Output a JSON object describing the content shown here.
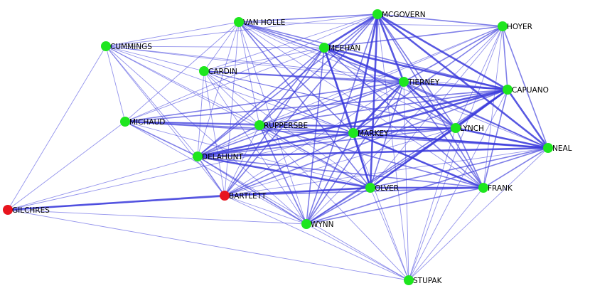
{
  "colors": {
    "edge": "#3b3bdc",
    "node_default": "#1ee61e",
    "node_highlight": "#e8141e",
    "label": "#000000"
  },
  "nodes": [
    {
      "id": "mcgovern",
      "label": "MCGOVERN",
      "group": "default"
    },
    {
      "id": "hoyer",
      "label": "HOYER",
      "group": "default"
    },
    {
      "id": "van_holle",
      "label": "VAN HOLLE",
      "group": "default"
    },
    {
      "id": "cummings",
      "label": "CUMMINGS",
      "group": "default"
    },
    {
      "id": "meehan",
      "label": "MEEHAN",
      "group": "default"
    },
    {
      "id": "cardin",
      "label": "CARDIN",
      "group": "default"
    },
    {
      "id": "tierney",
      "label": "TIERNEY",
      "group": "default"
    },
    {
      "id": "capuano",
      "label": "CAPUANO",
      "group": "default"
    },
    {
      "id": "michaud",
      "label": "MICHAUD",
      "group": "default"
    },
    {
      "id": "ruppersbe",
      "label": "RUPPERSBE",
      "group": "default"
    },
    {
      "id": "markey",
      "label": "MARKEY",
      "group": "default"
    },
    {
      "id": "lynch",
      "label": "LYNCH",
      "group": "default"
    },
    {
      "id": "neal",
      "label": "NEAL",
      "group": "default"
    },
    {
      "id": "delahunt",
      "label": "DELAHUNT",
      "group": "default"
    },
    {
      "id": "olver",
      "label": "OLVER",
      "group": "default"
    },
    {
      "id": "frank",
      "label": "FRANK",
      "group": "default"
    },
    {
      "id": "bartlett",
      "label": "BARTLETT",
      "group": "highlight"
    },
    {
      "id": "gilchres",
      "label": "GILCHRES",
      "group": "highlight"
    },
    {
      "id": "wynn",
      "label": "WYNN",
      "group": "default"
    },
    {
      "id": "stupak",
      "label": "STUPAK",
      "group": "default"
    }
  ],
  "edges": [
    {
      "source": "gilchres",
      "target": "bartlett",
      "weight": 3
    },
    {
      "source": "gilchres",
      "target": "cummings",
      "weight": 1
    },
    {
      "source": "gilchres",
      "target": "michaud",
      "weight": 1
    },
    {
      "source": "gilchres",
      "target": "delahunt",
      "weight": 1
    },
    {
      "source": "gilchres",
      "target": "olver",
      "weight": 1
    },
    {
      "source": "gilchres",
      "target": "wynn",
      "weight": 1
    },
    {
      "source": "gilchres",
      "target": "stupak",
      "weight": 1
    },
    {
      "source": "gilchres",
      "target": "markey",
      "weight": 1
    },
    {
      "source": "bartlett",
      "target": "olver",
      "weight": 3
    },
    {
      "source": "bartlett",
      "target": "frank",
      "weight": 2
    },
    {
      "source": "bartlett",
      "target": "wynn",
      "weight": 1
    },
    {
      "source": "bartlett",
      "target": "stupak",
      "weight": 1
    },
    {
      "source": "bartlett",
      "target": "cardin",
      "weight": 1
    },
    {
      "source": "bartlett",
      "target": "van_holle",
      "weight": 1
    },
    {
      "source": "bartlett",
      "target": "cummings",
      "weight": 1
    },
    {
      "source": "bartlett",
      "target": "meehan",
      "weight": 2
    },
    {
      "source": "bartlett",
      "target": "mcgovern",
      "weight": 2
    },
    {
      "source": "bartlett",
      "target": "capuano",
      "weight": 2
    },
    {
      "source": "bartlett",
      "target": "neal",
      "weight": 1
    },
    {
      "source": "bartlett",
      "target": "delahunt",
      "weight": 2
    },
    {
      "source": "bartlett",
      "target": "markey",
      "weight": 2
    },
    {
      "source": "bartlett",
      "target": "lynch",
      "weight": 1
    },
    {
      "source": "bartlett",
      "target": "tierney",
      "weight": 1
    },
    {
      "source": "bartlett",
      "target": "ruppersbe",
      "weight": 1
    },
    {
      "source": "cummings",
      "target": "van_holle",
      "weight": 1
    },
    {
      "source": "cummings",
      "target": "michaud",
      "weight": 1
    },
    {
      "source": "cummings",
      "target": "delahunt",
      "weight": 1
    },
    {
      "source": "cummings",
      "target": "ruppersbe",
      "weight": 1
    },
    {
      "source": "cummings",
      "target": "meehan",
      "weight": 1
    },
    {
      "source": "cummings",
      "target": "mcgovern",
      "weight": 1
    },
    {
      "source": "cummings",
      "target": "capuano",
      "weight": 1
    },
    {
      "source": "cummings",
      "target": "tierney",
      "weight": 1
    },
    {
      "source": "cummings",
      "target": "wynn",
      "weight": 1
    },
    {
      "source": "cummings",
      "target": "markey",
      "weight": 1
    },
    {
      "source": "cummings",
      "target": "olver",
      "weight": 1
    },
    {
      "source": "cummings",
      "target": "cardin",
      "weight": 1
    },
    {
      "source": "van_holle",
      "target": "mcgovern",
      "weight": 2
    },
    {
      "source": "van_holle",
      "target": "meehan",
      "weight": 2
    },
    {
      "source": "van_holle",
      "target": "hoyer",
      "weight": 1
    },
    {
      "source": "van_holle",
      "target": "tierney",
      "weight": 2
    },
    {
      "source": "van_holle",
      "target": "capuano",
      "weight": 2
    },
    {
      "source": "van_holle",
      "target": "markey",
      "weight": 2
    },
    {
      "source": "van_holle",
      "target": "lynch",
      "weight": 1
    },
    {
      "source": "van_holle",
      "target": "neal",
      "weight": 1
    },
    {
      "source": "van_holle",
      "target": "delahunt",
      "weight": 1
    },
    {
      "source": "van_holle",
      "target": "michaud",
      "weight": 1
    },
    {
      "source": "van_holle",
      "target": "olver",
      "weight": 2
    },
    {
      "source": "van_holle",
      "target": "frank",
      "weight": 1
    },
    {
      "source": "van_holle",
      "target": "wynn",
      "weight": 1
    },
    {
      "source": "van_holle",
      "target": "ruppersbe",
      "weight": 1
    },
    {
      "source": "van_holle",
      "target": "cardin",
      "weight": 1
    },
    {
      "source": "mcgovern",
      "target": "meehan",
      "weight": 3
    },
    {
      "source": "mcgovern",
      "target": "hoyer",
      "weight": 2
    },
    {
      "source": "mcgovern",
      "target": "tierney",
      "weight": 3
    },
    {
      "source": "mcgovern",
      "target": "capuano",
      "weight": 3
    },
    {
      "source": "mcgovern",
      "target": "markey",
      "weight": 3
    },
    {
      "source": "mcgovern",
      "target": "lynch",
      "weight": 2
    },
    {
      "source": "mcgovern",
      "target": "neal",
      "weight": 3
    },
    {
      "source": "mcgovern",
      "target": "olver",
      "weight": 3
    },
    {
      "source": "mcgovern",
      "target": "frank",
      "weight": 2
    },
    {
      "source": "mcgovern",
      "target": "delahunt",
      "weight": 2
    },
    {
      "source": "mcgovern",
      "target": "michaud",
      "weight": 1
    },
    {
      "source": "mcgovern",
      "target": "ruppersbe",
      "weight": 2
    },
    {
      "source": "mcgovern",
      "target": "cardin",
      "weight": 1
    },
    {
      "source": "mcgovern",
      "target": "wynn",
      "weight": 2
    },
    {
      "source": "mcgovern",
      "target": "stupak",
      "weight": 1
    },
    {
      "source": "hoyer",
      "target": "capuano",
      "weight": 2
    },
    {
      "source": "hoyer",
      "target": "neal",
      "weight": 2
    },
    {
      "source": "hoyer",
      "target": "tierney",
      "weight": 2
    },
    {
      "source": "hoyer",
      "target": "meehan",
      "weight": 2
    },
    {
      "source": "hoyer",
      "target": "markey",
      "weight": 2
    },
    {
      "source": "hoyer",
      "target": "lynch",
      "weight": 1
    },
    {
      "source": "hoyer",
      "target": "frank",
      "weight": 1
    },
    {
      "source": "hoyer",
      "target": "olver",
      "weight": 1
    },
    {
      "source": "hoyer",
      "target": "delahunt",
      "weight": 1
    },
    {
      "source": "hoyer",
      "target": "ruppersbe",
      "weight": 1
    },
    {
      "source": "hoyer",
      "target": "wynn",
      "weight": 1
    },
    {
      "source": "hoyer",
      "target": "stupak",
      "weight": 1
    },
    {
      "source": "meehan",
      "target": "tierney",
      "weight": 3
    },
    {
      "source": "meehan",
      "target": "capuano",
      "weight": 3
    },
    {
      "source": "meehan",
      "target": "markey",
      "weight": 3
    },
    {
      "source": "meehan",
      "target": "lynch",
      "weight": 2
    },
    {
      "source": "meehan",
      "target": "neal",
      "weight": 2
    },
    {
      "source": "meehan",
      "target": "olver",
      "weight": 2
    },
    {
      "source": "meehan",
      "target": "frank",
      "weight": 2
    },
    {
      "source": "meehan",
      "target": "delahunt",
      "weight": 2
    },
    {
      "source": "meehan",
      "target": "cardin",
      "weight": 1
    },
    {
      "source": "meehan",
      "target": "michaud",
      "weight": 1
    },
    {
      "source": "meehan",
      "target": "ruppersbe",
      "weight": 2
    },
    {
      "source": "meehan",
      "target": "wynn",
      "weight": 2
    },
    {
      "source": "cardin",
      "target": "tierney",
      "weight": 2
    },
    {
      "source": "cardin",
      "target": "capuano",
      "weight": 2
    },
    {
      "source": "cardin",
      "target": "markey",
      "weight": 1
    },
    {
      "source": "cardin",
      "target": "lynch",
      "weight": 1
    },
    {
      "source": "cardin",
      "target": "delahunt",
      "weight": 1
    },
    {
      "source": "cardin",
      "target": "ruppersbe",
      "weight": 1
    },
    {
      "source": "cardin",
      "target": "olver",
      "weight": 1
    },
    {
      "source": "cardin",
      "target": "wynn",
      "weight": 1
    },
    {
      "source": "cardin",
      "target": "frank",
      "weight": 1
    },
    {
      "source": "cardin",
      "target": "neal",
      "weight": 1
    },
    {
      "source": "tierney",
      "target": "capuano",
      "weight": 3
    },
    {
      "source": "tierney",
      "target": "markey",
      "weight": 3
    },
    {
      "source": "tierney",
      "target": "lynch",
      "weight": 3
    },
    {
      "source": "tierney",
      "target": "neal",
      "weight": 2
    },
    {
      "source": "tierney",
      "target": "olver",
      "weight": 2
    },
    {
      "source": "tierney",
      "target": "frank",
      "weight": 2
    },
    {
      "source": "tierney",
      "target": "delahunt",
      "weight": 2
    },
    {
      "source": "tierney",
      "target": "michaud",
      "weight": 2
    },
    {
      "source": "tierney",
      "target": "ruppersbe",
      "weight": 2
    },
    {
      "source": "tierney",
      "target": "wynn",
      "weight": 2
    },
    {
      "source": "tierney",
      "target": "stupak",
      "weight": 1
    },
    {
      "source": "capuano",
      "target": "markey",
      "weight": 3
    },
    {
      "source": "capuano",
      "target": "lynch",
      "weight": 3
    },
    {
      "source": "capuano",
      "target": "neal",
      "weight": 3
    },
    {
      "source": "capuano",
      "target": "olver",
      "weight": 3
    },
    {
      "source": "capuano",
      "target": "frank",
      "weight": 2
    },
    {
      "source": "capuano",
      "target": "delahunt",
      "weight": 3
    },
    {
      "source": "capuano",
      "target": "michaud",
      "weight": 2
    },
    {
      "source": "capuano",
      "target": "ruppersbe",
      "weight": 2
    },
    {
      "source": "capuano",
      "target": "wynn",
      "weight": 2
    },
    {
      "source": "capuano",
      "target": "stupak",
      "weight": 1
    },
    {
      "source": "michaud",
      "target": "ruppersbe",
      "weight": 2
    },
    {
      "source": "michaud",
      "target": "delahunt",
      "weight": 2
    },
    {
      "source": "michaud",
      "target": "markey",
      "weight": 2
    },
    {
      "source": "michaud",
      "target": "lynch",
      "weight": 2
    },
    {
      "source": "michaud",
      "target": "neal",
      "weight": 2
    },
    {
      "source": "michaud",
      "target": "olver",
      "weight": 1
    },
    {
      "source": "michaud",
      "target": "wynn",
      "weight": 1
    },
    {
      "source": "ruppersbe",
      "target": "markey",
      "weight": 2
    },
    {
      "source": "ruppersbe",
      "target": "lynch",
      "weight": 2
    },
    {
      "source": "ruppersbe",
      "target": "neal",
      "weight": 2
    },
    {
      "source": "ruppersbe",
      "target": "delahunt",
      "weight": 2
    },
    {
      "source": "ruppersbe",
      "target": "olver",
      "weight": 2
    },
    {
      "source": "ruppersbe",
      "target": "frank",
      "weight": 2
    },
    {
      "source": "ruppersbe",
      "target": "wynn",
      "weight": 2
    },
    {
      "source": "ruppersbe",
      "target": "stupak",
      "weight": 1
    },
    {
      "source": "markey",
      "target": "lynch",
      "weight": 3
    },
    {
      "source": "markey",
      "target": "neal",
      "weight": 3
    },
    {
      "source": "markey",
      "target": "olver",
      "weight": 3
    },
    {
      "source": "markey",
      "target": "frank",
      "weight": 3
    },
    {
      "source": "markey",
      "target": "delahunt",
      "weight": 3
    },
    {
      "source": "markey",
      "target": "wynn",
      "weight": 2
    },
    {
      "source": "markey",
      "target": "stupak",
      "weight": 1
    },
    {
      "source": "lynch",
      "target": "neal",
      "weight": 3
    },
    {
      "source": "lynch",
      "target": "olver",
      "weight": 2
    },
    {
      "source": "lynch",
      "target": "frank",
      "weight": 2
    },
    {
      "source": "lynch",
      "target": "delahunt",
      "weight": 2
    },
    {
      "source": "lynch",
      "target": "wynn",
      "weight": 2
    },
    {
      "source": "lynch",
      "target": "stupak",
      "weight": 1
    },
    {
      "source": "neal",
      "target": "olver",
      "weight": 2
    },
    {
      "source": "neal",
      "target": "frank",
      "weight": 2
    },
    {
      "source": "neal",
      "target": "delahunt",
      "weight": 3
    },
    {
      "source": "neal",
      "target": "wynn",
      "weight": 2
    },
    {
      "source": "neal",
      "target": "stupak",
      "weight": 1
    },
    {
      "source": "delahunt",
      "target": "olver",
      "weight": 3
    },
    {
      "source": "delahunt",
      "target": "frank",
      "weight": 2
    },
    {
      "source": "delahunt",
      "target": "wynn",
      "weight": 2
    },
    {
      "source": "delahunt",
      "target": "stupak",
      "weight": 1
    },
    {
      "source": "olver",
      "target": "frank",
      "weight": 3
    },
    {
      "source": "olver",
      "target": "wynn",
      "weight": 2
    },
    {
      "source": "olver",
      "target": "stupak",
      "weight": 1
    },
    {
      "source": "frank",
      "target": "wynn",
      "weight": 2
    },
    {
      "source": "frank",
      "target": "stupak",
      "weight": 1
    },
    {
      "source": "wynn",
      "target": "stupak",
      "weight": 1
    }
  ]
}
